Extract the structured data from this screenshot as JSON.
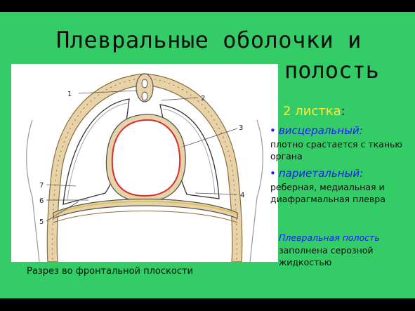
{
  "slide": {
    "title_line1": "Плевральные оболочки и",
    "title_line2": "полость",
    "layers_heading": "2 листка",
    "layers_colon": ":",
    "visceral": {
      "bullet": "•",
      "term": "висцеральный:",
      "description": "плотно срастается с тканью органа"
    },
    "parietal": {
      "bullet": "•",
      "term": "париетальный:",
      "description": "реберная, медиальная и диафрагмальная плевра"
    },
    "cavity": {
      "heading": "Плевральная полость",
      "text": "заполнена серозной жидкостью"
    },
    "caption": "Разрез во фронтальной плоскости"
  },
  "diagram": {
    "labels": [
      "1",
      "2",
      "3",
      "4",
      "5",
      "6",
      "7"
    ]
  },
  "colors": {
    "background": "#33cc66",
    "title": "#0d0d0d",
    "heading_yellow": "#ffeb3b",
    "term_blue": "#1a1aff",
    "pericardium_red": "#d43030",
    "bone_tan": "#e8d2a8"
  }
}
